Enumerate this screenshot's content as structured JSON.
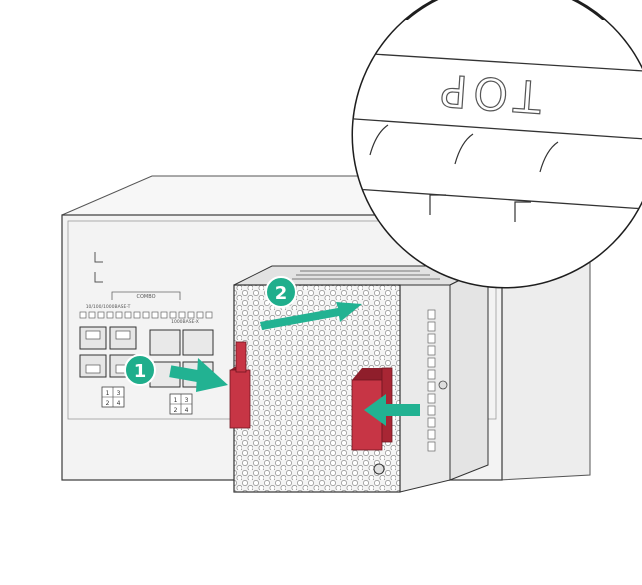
{
  "callout": {
    "top_marking": "TOP"
  },
  "switch_panel": {
    "group_label": "COMBO",
    "left_port_label": "10/100/1000BASE-T",
    "right_port_label": "1000BASE-X",
    "left_port_numbers": [
      "1",
      "3",
      "2",
      "4"
    ],
    "right_port_numbers": [
      "1",
      "3",
      "2",
      "4"
    ]
  },
  "steps": [
    {
      "number": "1",
      "action": "press-latches"
    },
    {
      "number": "2",
      "action": "slide-into-slot"
    }
  ],
  "colors": {
    "step_badge": "#1fae8c",
    "arrow": "#22b292",
    "latch": "#c73545",
    "latch_dark": "#8f1e2b",
    "chassis": "#f2f2f2",
    "outline": "#3a3a3a"
  }
}
